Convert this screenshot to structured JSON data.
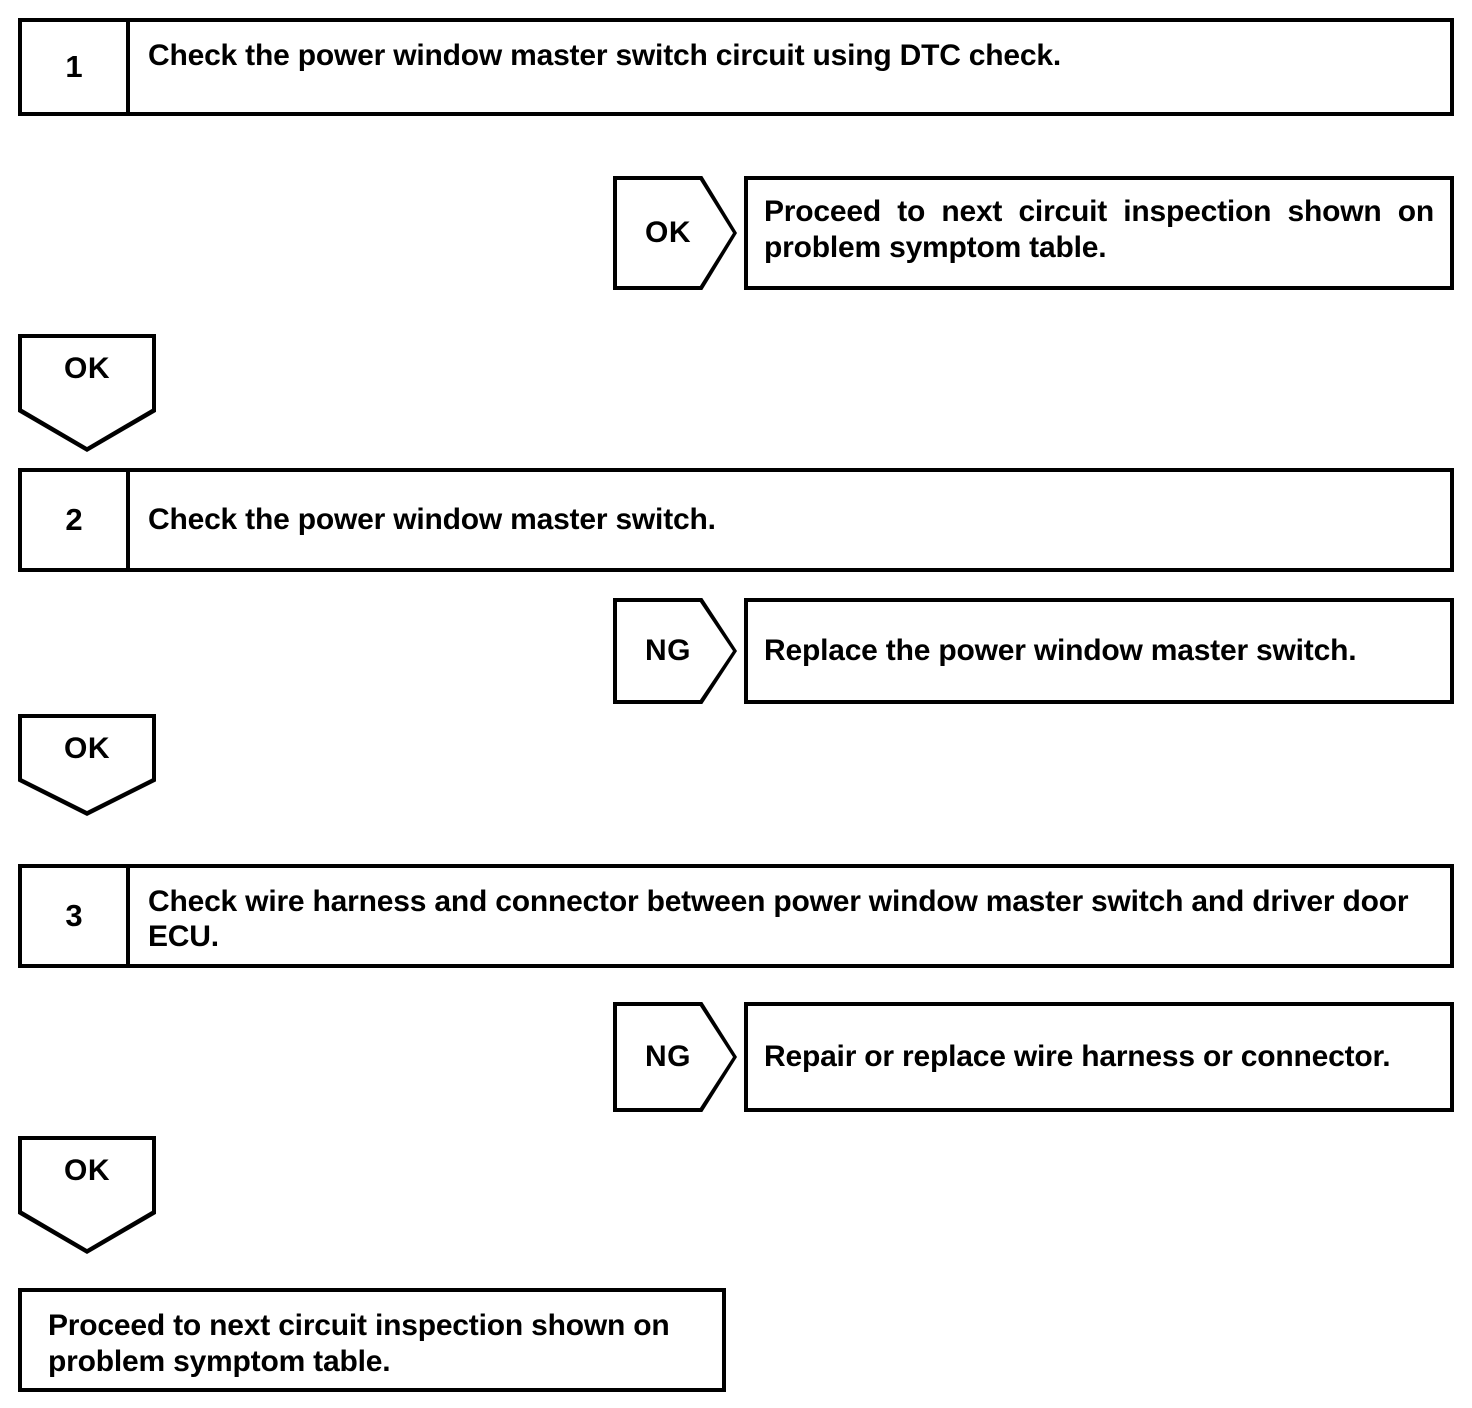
{
  "document": {
    "type": "troubleshooting-flowchart",
    "title": "Power Window Master Switch Circuit Inspection Flow"
  },
  "steps": [
    {
      "number": "1",
      "text": "Check the power window master switch circuit using DTC check.",
      "branch": {
        "label": "OK",
        "result": "Proceed to next circuit inspection shown on problem symptom table."
      },
      "continue": {
        "label": "OK"
      }
    },
    {
      "number": "2",
      "text": "Check the power window master switch.",
      "branch": {
        "label": "NG",
        "result": "Replace the power window master switch."
      },
      "continue": {
        "label": "OK"
      }
    },
    {
      "number": "3",
      "text": "Check wire harness and connector between power window master switch and driver door ECU.",
      "branch": {
        "label": "NG",
        "result": "Repair or replace wire harness or connector."
      },
      "continue": {
        "label": "OK"
      }
    }
  ],
  "terminal": {
    "text": "Proceed to next circuit inspection shown on problem symptom table."
  },
  "colors": {
    "line": "#000000",
    "background": "#ffffff",
    "text": "#000000"
  }
}
